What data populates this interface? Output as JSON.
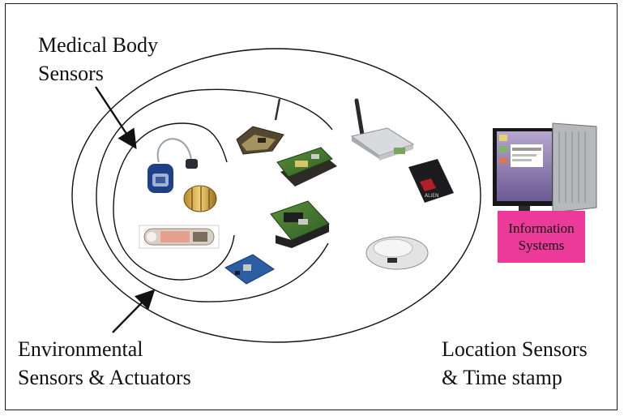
{
  "labels": {
    "medical_body_sensors": [
      "Medical Body",
      "Sensors"
    ],
    "environmental_sensors": [
      "Environmental",
      "Sensors & Actuators"
    ],
    "location_sensors": [
      "Location Sensors",
      "& Time stamp"
    ]
  },
  "info_box": {
    "lines": [
      "Information",
      "Systems"
    ],
    "color": "#ec3a9b"
  },
  "devices": {
    "medical": [
      "implantable-sensor",
      "capsule-sensor",
      "pill-camera"
    ],
    "environmental": [
      "sensor-board-antenna",
      "sensor-mote-green",
      "sensor-node-battery",
      "sensor-board-small"
    ],
    "location": [
      "wifi-access-point",
      "alien-rfid-reader",
      "rfid-antenna"
    ]
  }
}
